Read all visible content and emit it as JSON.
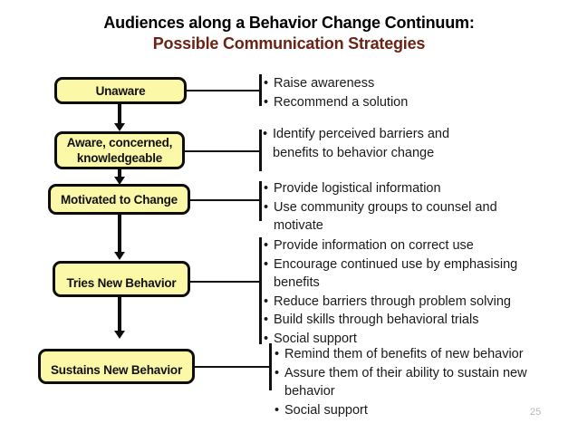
{
  "slide": {
    "title_line1": "Audiences along a Behavior Change Continuum:",
    "title_line2": "Possible Communication Strategies",
    "title_color": "#000000",
    "subtitle_color": "#6B2316",
    "page_number": "25",
    "box_fill": "#FBF8A8",
    "box_border": "#0D0D0D"
  },
  "stages": [
    {
      "id": "unaware",
      "label": "Unaware"
    },
    {
      "id": "aware",
      "label": "Aware, concerned, knowledgeable"
    },
    {
      "id": "motivated",
      "label": "Motivated to Change"
    },
    {
      "id": "tries",
      "label": "Tries New Behavior"
    },
    {
      "id": "sustains",
      "label": "Sustains New Behavior"
    }
  ],
  "stage_labels": {
    "aware_line1": "Aware, concerned,",
    "aware_line2": "knowledgeable"
  },
  "strategies": [
    {
      "id": "strategies-unaware",
      "lines": [
        {
          "bullet": "•",
          "text": "Raise awareness"
        },
        {
          "bullet": "•",
          "text": "Recommend a solution"
        }
      ]
    },
    {
      "id": "strategies-aware",
      "lines": [
        {
          "bullet": "•",
          "text": "Identify perceived barriers and"
        },
        {
          "bullet": "",
          "text": "benefits  to behavior change"
        }
      ]
    },
    {
      "id": "strategies-motivated",
      "lines": [
        {
          "bullet": "•",
          "text": "Provide logistical information"
        },
        {
          "bullet": "•",
          "text": "Use community groups to counsel and"
        },
        {
          "bullet": "",
          "text": "motivate"
        }
      ]
    },
    {
      "id": "strategies-tries",
      "lines": [
        {
          "bullet": "•",
          "text": "Provide information on correct use"
        },
        {
          "bullet": "•",
          "text": "Encourage continued use by emphasising"
        },
        {
          "bullet": "",
          "text": "benefits"
        },
        {
          "bullet": "•",
          "text": "Reduce barriers through problem solving"
        },
        {
          "bullet": "•",
          "text": "Build skills through behavioral trials"
        },
        {
          "bullet": "•",
          "text": "Social support"
        }
      ]
    },
    {
      "id": "strategies-sustains",
      "lines": [
        {
          "bullet": "•",
          "text": "Remind them of benefits of new behavior"
        },
        {
          "bullet": "•",
          "text": "Assure them of their ability to sustain new"
        },
        {
          "bullet": "",
          "text": "behavior"
        },
        {
          "bullet": "•",
          "text": "Social support"
        }
      ]
    }
  ]
}
